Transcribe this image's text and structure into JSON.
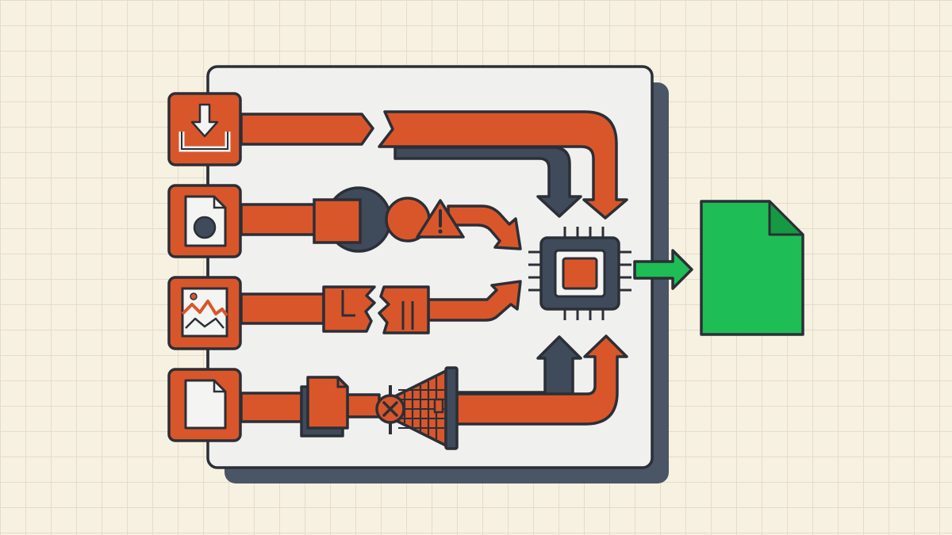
{
  "colors": {
    "background": "#f7f1e1",
    "grid": "#e4dccb",
    "panel": "#f0f0ef",
    "panel_shadow": "#4a5566",
    "outline": "#2b2f36",
    "pipe": "#d9562b",
    "slate": "#3f4a5a",
    "output": "#1fbd55",
    "output_fold": "#159a43",
    "icon_face": "#f4f4f2"
  },
  "inputs": [
    {
      "icon": "download-icon"
    },
    {
      "icon": "circle-document-icon"
    },
    {
      "icon": "broken-image-icon"
    },
    {
      "icon": "blank-document-icon"
    }
  ],
  "processor": {
    "icon": "cpu-chip-icon"
  },
  "output": {
    "icon": "output-document-icon"
  },
  "obstacles": [
    "broken-pipe",
    "blocked-valve-warning",
    "torn-segment",
    "clog-filter"
  ]
}
